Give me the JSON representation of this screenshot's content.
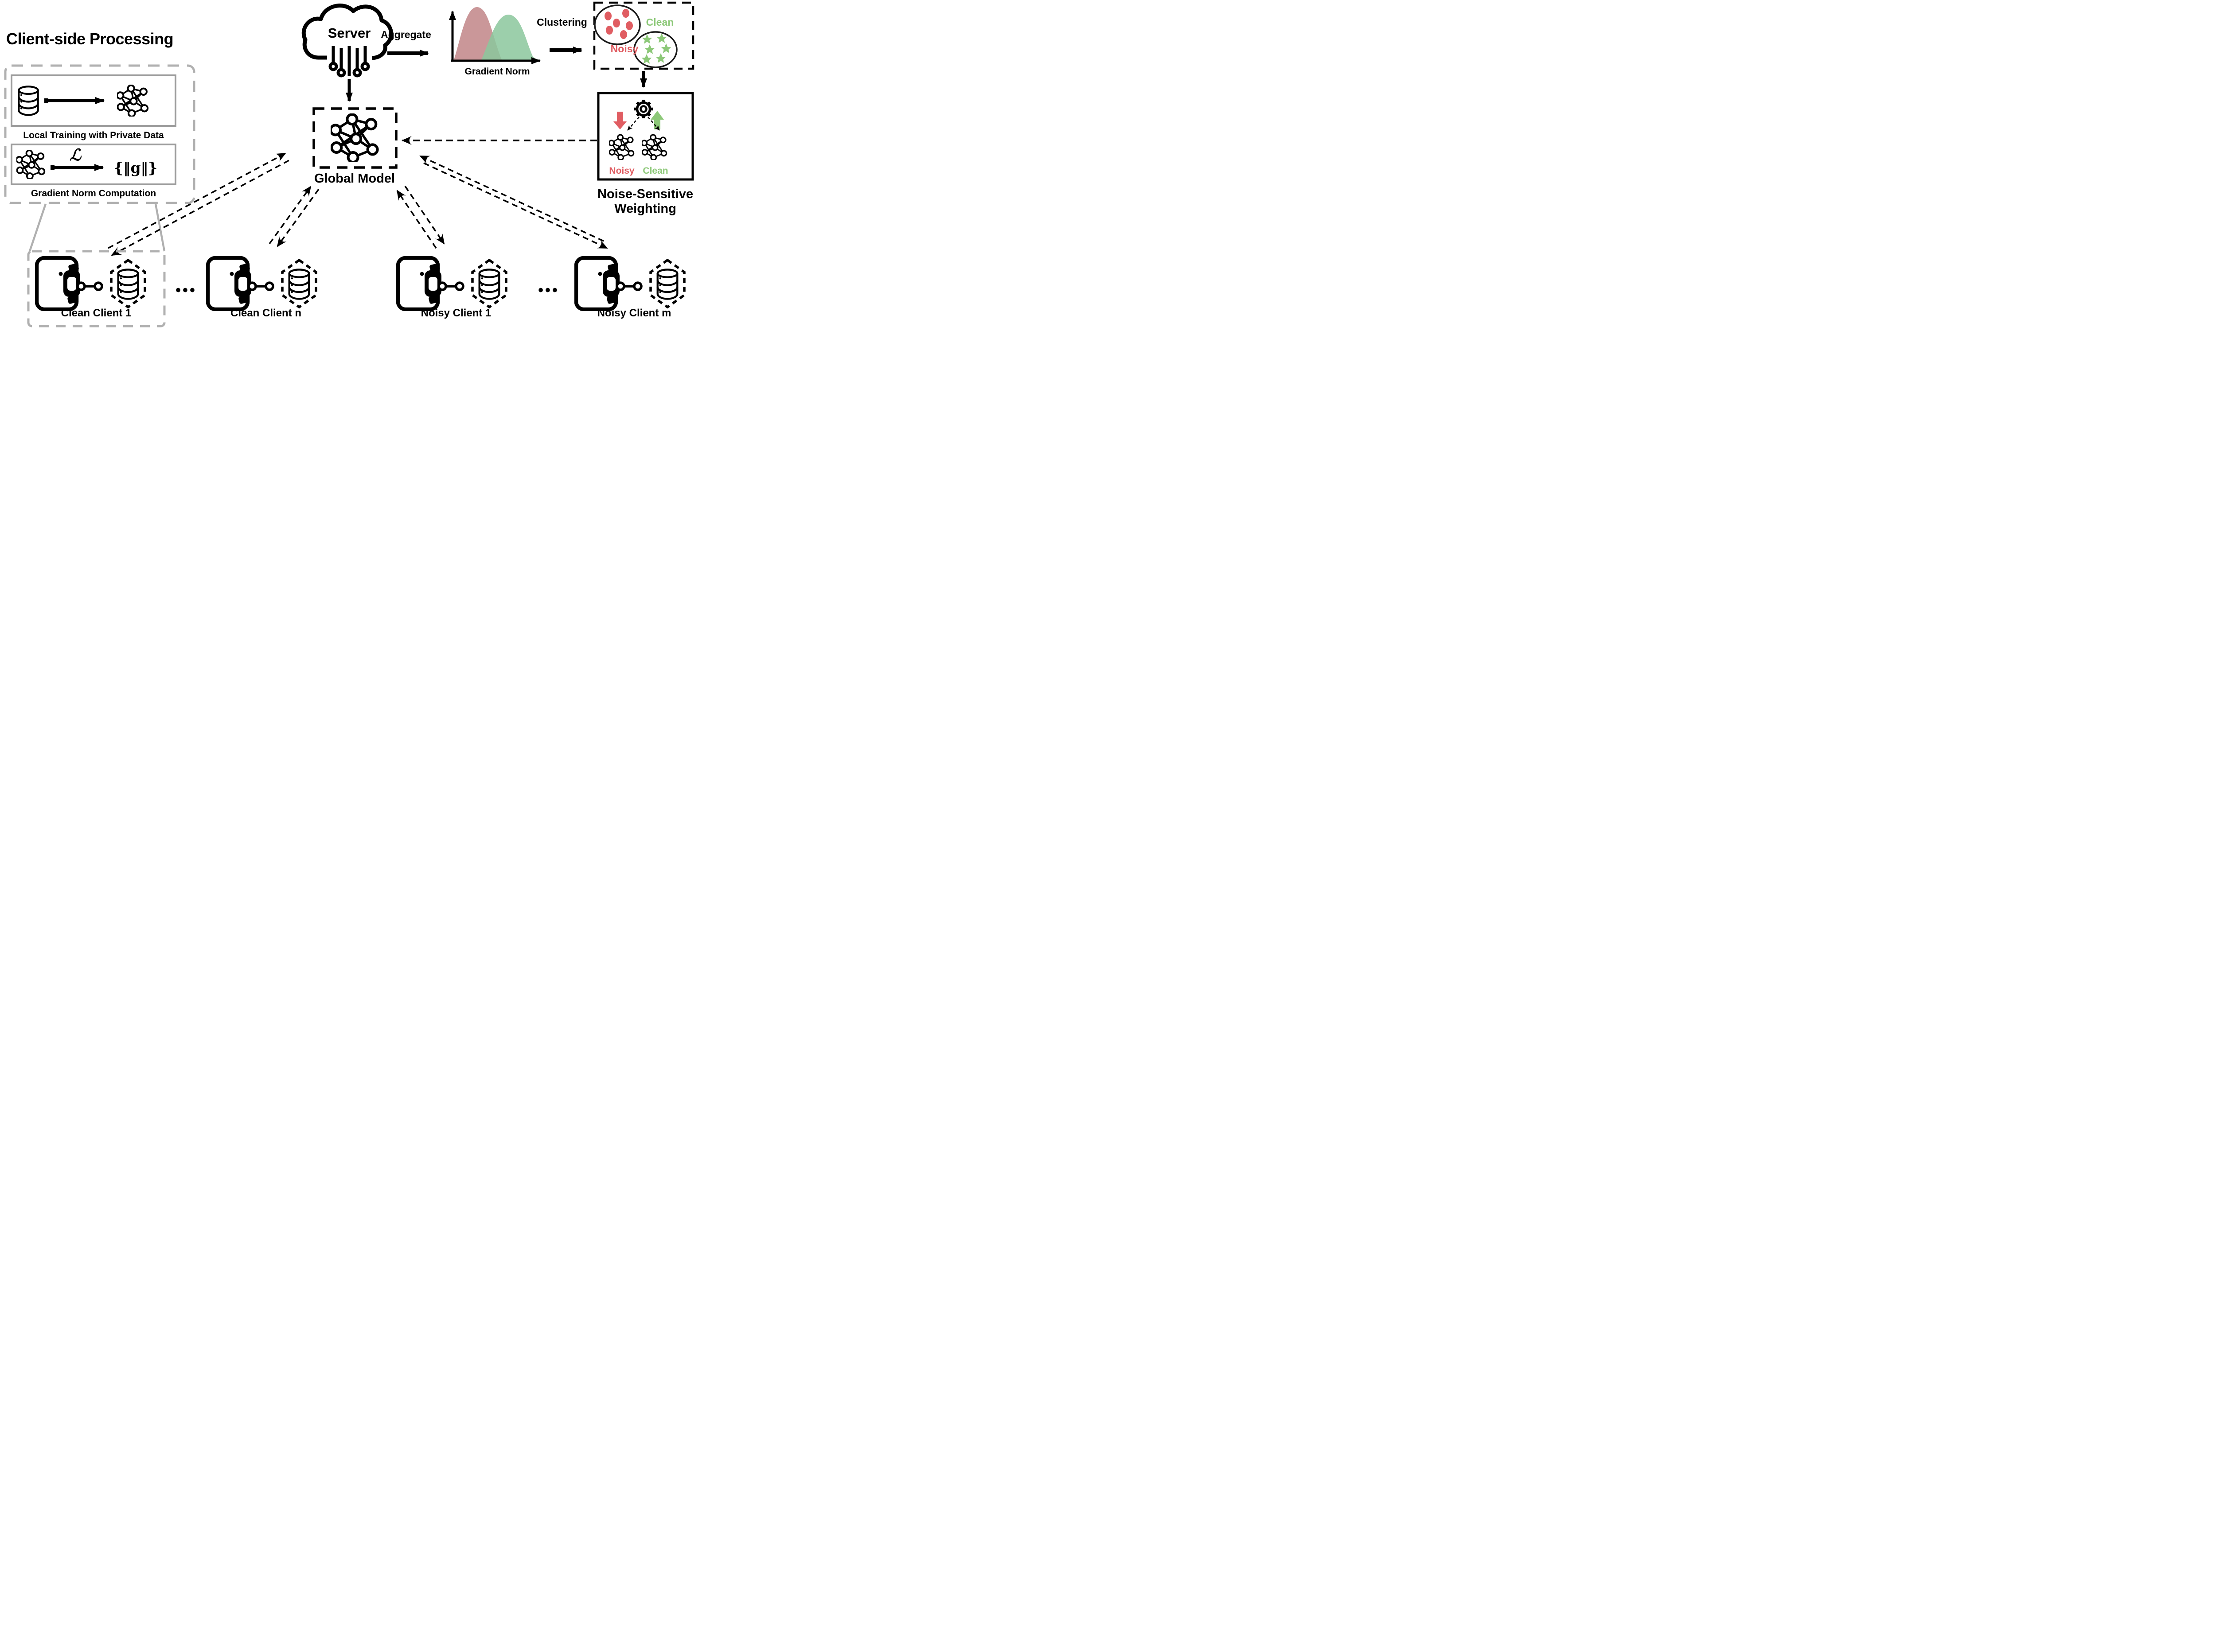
{
  "colors": {
    "black": "#000000",
    "gray_outline": "#b0b0b0",
    "inner_box_border": "#9b9b9b",
    "red_accent": "#e05d62",
    "green_accent": "#8cc878",
    "curve_red": "#c58e90",
    "curve_green": "#8bc79c"
  },
  "server": {
    "label": "Server"
  },
  "flow": {
    "aggregate": "Aggregate",
    "clustering": "Clustering"
  },
  "chart_data": {
    "type": "area",
    "title": "",
    "xlabel": "Gradient Norm",
    "ylabel": "",
    "legend": false,
    "axes_arrows": true,
    "series": [
      {
        "name": "noisy-distribution",
        "color": "#c58e90",
        "peak": "low gradient norm"
      },
      {
        "name": "clean-distribution",
        "color": "#8bc79c",
        "peak": "high gradient norm"
      }
    ]
  },
  "cluster_box": {
    "noisy": "Noisy",
    "clean": "Clean"
  },
  "weighting": {
    "noisy": "Noisy",
    "clean": "Clean",
    "title1": "Noise-Sensitive",
    "title2": "Weighting"
  },
  "global_model": {
    "label": "Global Model"
  },
  "client_side": {
    "title": "Client-side Processing",
    "box1_label": "Local Training with Private Data",
    "box2_label": "Gradient Norm Computation",
    "loss": "ℒ",
    "gradients": "{‖g‖}"
  },
  "clients": [
    {
      "label": "Clean Client 1"
    },
    {
      "label": "Clean Client n"
    },
    {
      "label": "Noisy Client 1"
    },
    {
      "label": "Noisy Client m"
    }
  ],
  "ellipsis": "•••"
}
